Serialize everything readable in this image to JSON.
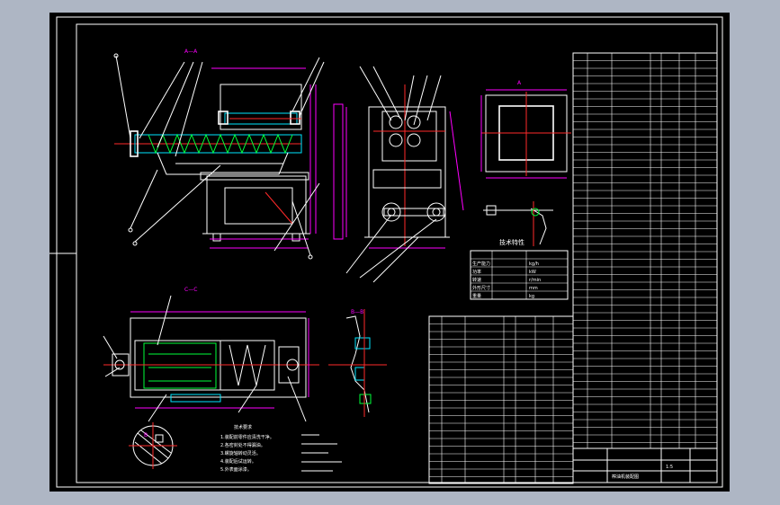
{
  "sheet": {
    "frame_color": "#ffffff",
    "background": "#000000",
    "viewport_background": "#aeb6c4"
  },
  "views": {
    "section_label_main": "A—A",
    "section_label_top": "C—C",
    "section_label_side": "B—B",
    "section_label_detail": "A",
    "section_label_shaft": "B"
  },
  "notes": {
    "heading": "技术要求",
    "lines": [
      "1.装配前零件应清洗干净。",
      "2.各密封处不得漏油。",
      "3.螺旋轴转动灵活。",
      "4.装配后试运转。",
      "5.外表面涂漆。"
    ]
  },
  "spec_table": {
    "title": "技术特性",
    "rows": [
      [
        "生产能力",
        "kg/h"
      ],
      [
        "功率",
        "kW"
      ],
      [
        "转速",
        "r/min"
      ],
      [
        "外形尺寸",
        "mm"
      ],
      [
        "重量",
        "kg"
      ]
    ]
  },
  "title_block": {
    "drawing_name": "榨油机装配图",
    "scale": "1:5"
  },
  "colors": {
    "outline": "#ffffff",
    "dimension": "#ff00ff",
    "centerline": "#ff2a2a",
    "hatch": "#00ff3a",
    "highlight": "#00e6ff"
  }
}
